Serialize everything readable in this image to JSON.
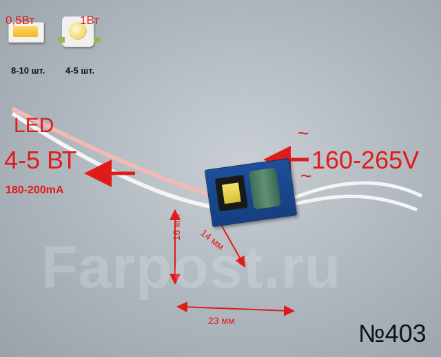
{
  "led_samples": {
    "smd_label": "0,5Вт",
    "smd_count": "8-10 шт.",
    "power_label": "1Вт",
    "power_count": "4-5 шт."
  },
  "output": {
    "title": "LED",
    "power": "4-5 ВТ",
    "current": "180-200mA"
  },
  "input": {
    "tilde_top": "~",
    "voltage": "160-265V",
    "tilde_bottom": "~"
  },
  "dimensions": {
    "height": "16 мм",
    "depth": "14 мм",
    "width": "23 мм"
  },
  "watermark": "Farpost.ru",
  "item_number": "№403",
  "colors": {
    "accent_red": "#e11a1a",
    "pcb_blue": "#1d4f9c",
    "background": "#b4bcc3"
  }
}
